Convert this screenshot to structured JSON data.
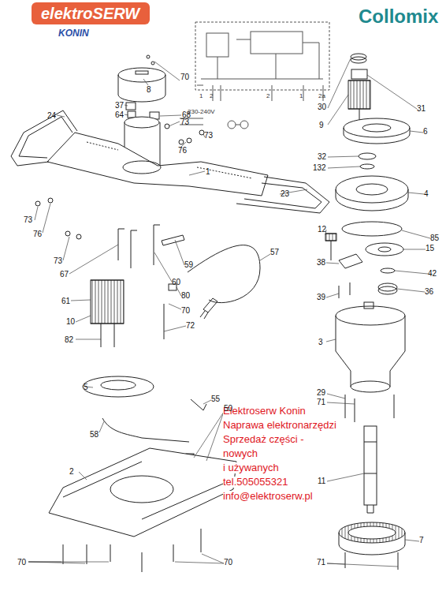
{
  "diagram": {
    "nodes": [
      {
        "text": [
          "elektroSERW"
        ]
      }
    ],
    "labels": [
      "KONIN",
      "Collomix",
      "230-240V",
      "1",
      "2",
      "2",
      "1",
      "2a",
      "Elektroserw Konin",
      "Naprawa elektronarzędzi",
      "Sprzedaż części -",
      "nowych",
      "i używanych",
      "tel.505055321",
      "info@elektroserw.pl",
      "8",
      "70",
      "37",
      "64",
      "68",
      "24",
      "73",
      "76",
      "73",
      "1",
      "23",
      "73",
      "76",
      "73",
      "67",
      "60",
      "59",
      "57",
      "61",
      "80",
      "70",
      "10",
      "82",
      "72",
      "5",
      "55",
      "58",
      "50",
      "2",
      "70",
      "70",
      "30",
      "31",
      "9",
      "6",
      "32",
      "132",
      "4",
      "85",
      "12",
      "15",
      "42",
      "38",
      "36",
      "39",
      "3",
      "29",
      "71",
      "11",
      "7",
      "71"
    ]
  }
}
